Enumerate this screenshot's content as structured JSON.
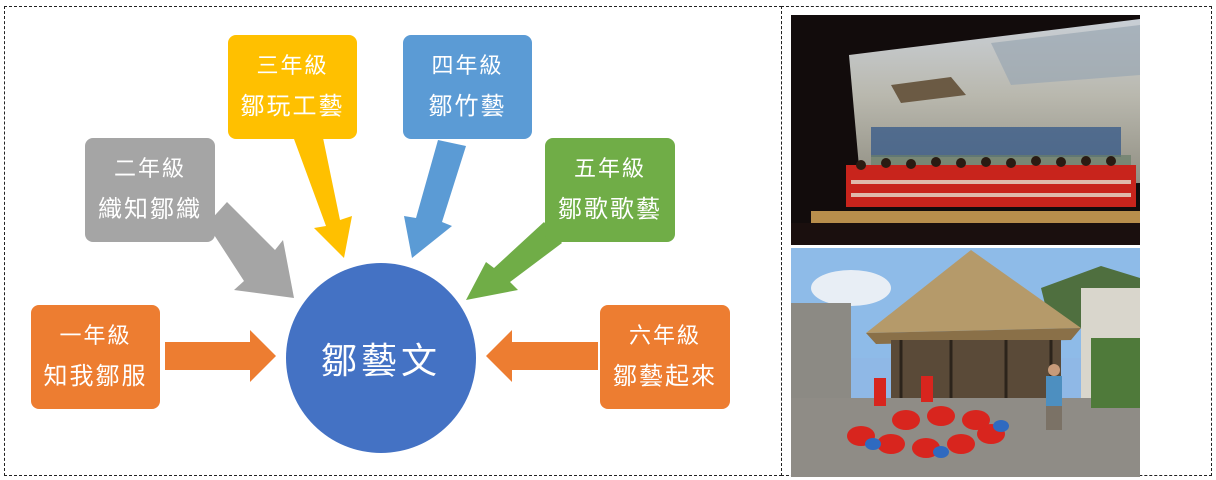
{
  "diagram": {
    "center": "鄒藝文",
    "grades": [
      {
        "grade": "一年級",
        "theme": "知我鄒服",
        "color": "#ed7d31"
      },
      {
        "grade": "二年級",
        "theme": "織知鄒織",
        "color": "#a5a5a5"
      },
      {
        "grade": "三年級",
        "theme": "鄒玩工藝",
        "color": "#ffc000"
      },
      {
        "grade": "四年級",
        "theme": "鄒竹藝",
        "color": "#5b9bd5"
      },
      {
        "grade": "五年級",
        "theme": "鄒歌歌藝",
        "color": "#70ad47"
      },
      {
        "grade": "六年級",
        "theme": "鄒藝起來",
        "color": "#ed7d31"
      }
    ],
    "hub_color": "#4472c4"
  },
  "photos": [
    {
      "subject": "stage-choir-performance"
    },
    {
      "subject": "children-circle-dance-at-thatched-hut"
    }
  ]
}
